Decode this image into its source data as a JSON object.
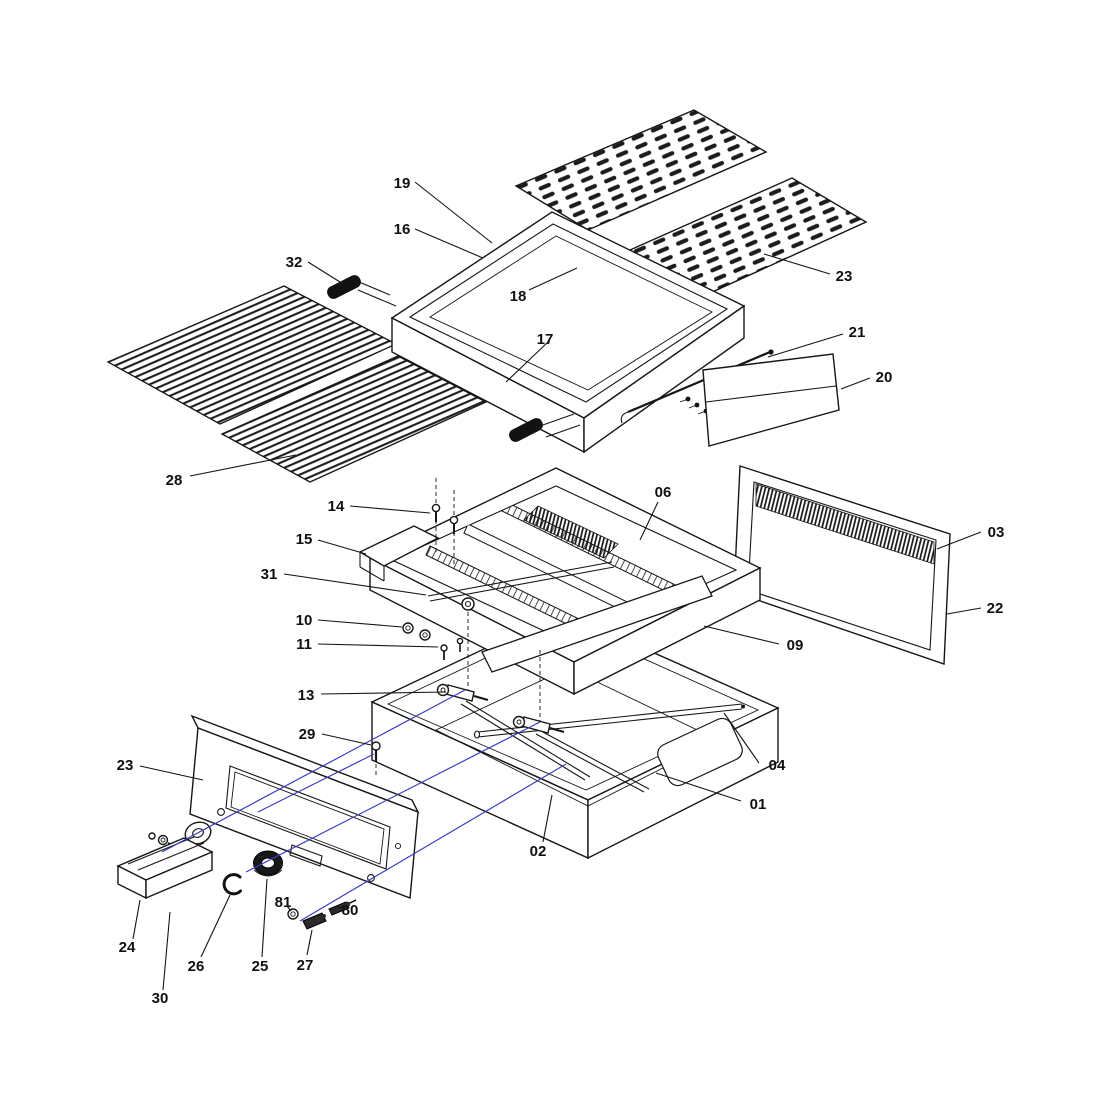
{
  "diagram": {
    "kind": "exploded-parts-diagram",
    "subject": "grill / barbecue appliance exploded view",
    "background_color": "#ffffff",
    "line_color": "#161616",
    "accent_line_color": "#3a3fc0",
    "callouts": {
      "c19": "19",
      "c16": "16",
      "c32": "32",
      "c18": "18",
      "c23_top": "23",
      "c17": "17",
      "c21": "21",
      "c20": "20",
      "c28": "28",
      "c14": "14",
      "c06": "06",
      "c15": "15",
      "c03": "03",
      "c31": "31",
      "c22": "22",
      "c10": "10",
      "c11": "11",
      "c09": "09",
      "c13": "13",
      "c29": "29",
      "c04": "04",
      "c23_panel": "23",
      "c01": "01",
      "c02": "02",
      "c24": "24",
      "c26": "26",
      "c25": "25",
      "c27": "27",
      "c81": "81",
      "c80": "80",
      "c30": "30"
    }
  }
}
